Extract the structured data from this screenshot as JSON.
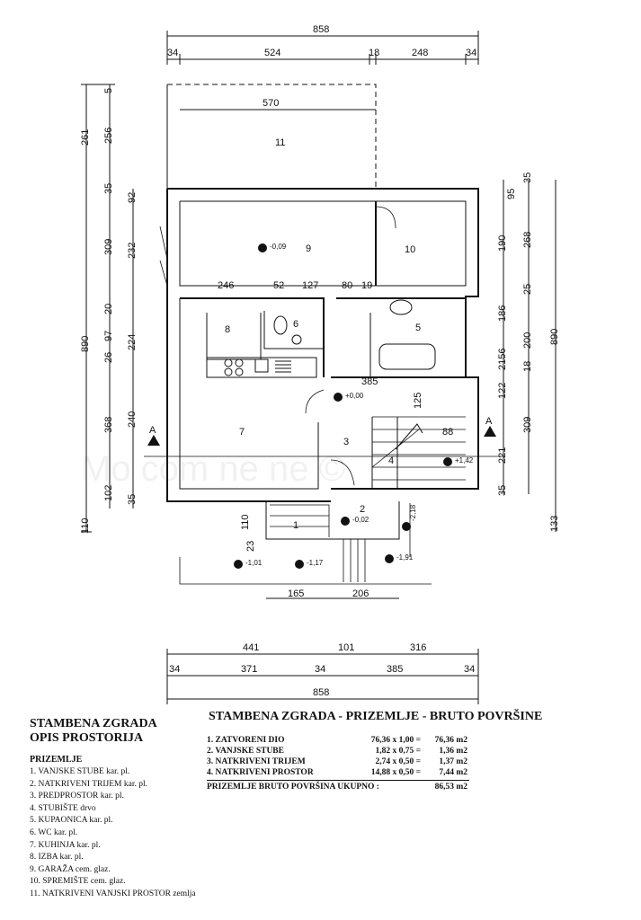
{
  "dimensions": {
    "top_overall": "858",
    "top_parts": [
      "34",
      "524",
      "18",
      "248",
      "34"
    ],
    "top_inner": "570",
    "inner_row": [
      "246",
      "52",
      "127",
      "80",
      "19"
    ],
    "stair_width": "385",
    "stair_rise": "125",
    "stair_step": "88",
    "entry_parts": [
      "165",
      "206"
    ],
    "bottom_row1": [
      "441",
      "101",
      "316"
    ],
    "bottom_row2": [
      "34",
      "371",
      "34",
      "385",
      "34"
    ],
    "bottom_overall": "858",
    "left_outer": [
      "110",
      "890"
    ],
    "left_inner_a": [
      "102",
      "368",
      "26",
      "97",
      "20",
      "309",
      "35",
      "256",
      "5",
      "261"
    ],
    "left_inner_b": [
      "35",
      "240",
      "224",
      "232",
      "92"
    ],
    "entry_left": [
      "23",
      "110"
    ],
    "right_inner": [
      "35",
      "221",
      "309",
      "122",
      "18",
      "2156",
      "186",
      "25",
      "268",
      "95",
      "35",
      "190",
      "200"
    ],
    "right_outer": [
      "133",
      "890"
    ]
  },
  "rooms": [
    "1",
    "2",
    "3",
    "4",
    "5",
    "6",
    "7",
    "8",
    "9",
    "10",
    "11"
  ],
  "levels": [
    "-0,09",
    "+0,00",
    "+1,42",
    "-0,02",
    "-2,18",
    "-1,01",
    "-1,17",
    "-1,91"
  ],
  "section_marker": "A",
  "watermark": "Mo     com   ne      ne ©",
  "legend": {
    "title": [
      "STAMBENA ZGRADA",
      "OPIS PROSTORIJA"
    ],
    "floor": "PRIZEMLJE",
    "items": [
      "1. VANJSKE STUBE kar. pl.",
      "2. NATKRIVENI TRIJEM kar. pl.",
      "3. PREDPROSTOR kar. pl.",
      "4. STUBIŠTE drvo",
      "5. KUPAONICA kar. pl.",
      "6. WC kar. pl.",
      "7. KUHINJA kar. pl.",
      "8. IZBA kar. pl.",
      "9. GARAŽA cem. glaz.",
      "10. SPREMIŠTE cem. glaz.",
      "11. NATKRIVENI VANJSKI PROSTOR zemlja"
    ]
  },
  "areas": {
    "title": "STAMBENA ZGRADA - PRIZEMLJE - BRUTO POVRŠINE",
    "rows": [
      {
        "label": "1. ZATVORENI DIO",
        "calc": "76,36 x 1,00 =",
        "result": "76,36 m2"
      },
      {
        "label": "2. VANJSKE STUBE",
        "calc": "1,82 x 0,75 =",
        "result": "1,36 m2"
      },
      {
        "label": "3. NATKRIVENI TRIJEM",
        "calc": "2,74 x 0,50 =",
        "result": "1,37 m2"
      },
      {
        "label": "4. NATKRIVENI PROSTOR",
        "calc": "14,88 x 0,50 =",
        "result": "7,44 m2"
      }
    ],
    "total_label": "PRIZEMLJE BRUTO POVRŠINA UKUPNO :",
    "total_value": "86,53 m2"
  }
}
